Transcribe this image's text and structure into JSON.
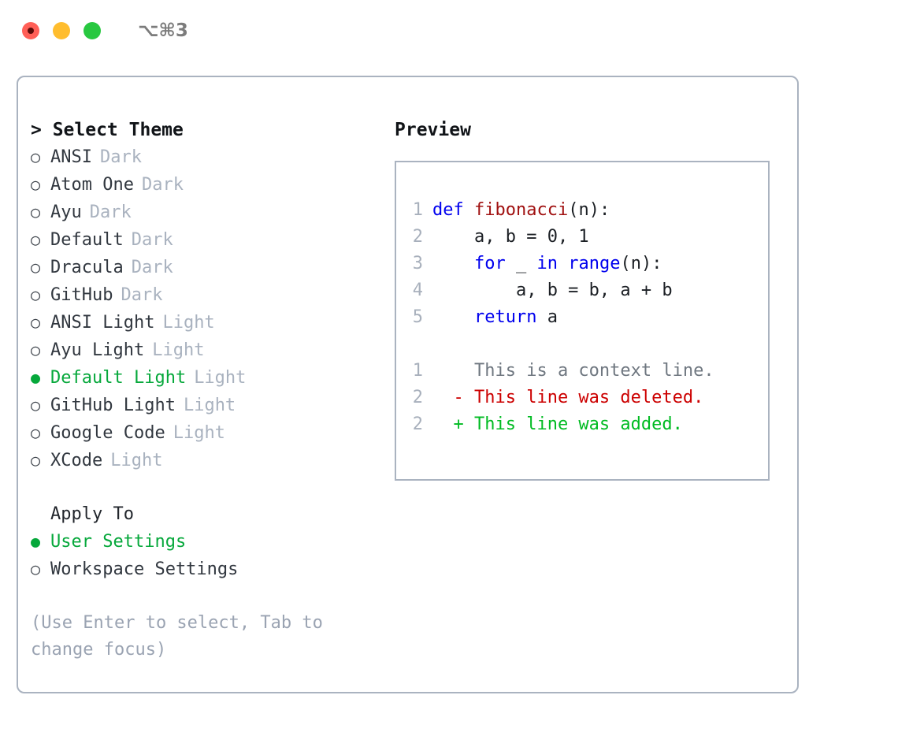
{
  "window": {
    "title": "⌥⌘3",
    "traffic_lights": [
      {
        "name": "close-button",
        "color": "#ff5f57",
        "has_dot": true
      },
      {
        "name": "minimize-button",
        "color": "#ffbd2e",
        "has_dot": false
      },
      {
        "name": "maximize-button",
        "color": "#28c840",
        "has_dot": false
      }
    ]
  },
  "theme_list": {
    "header": "> Select Theme",
    "marker_unselected": "○",
    "marker_selected": "●",
    "items": [
      {
        "label": "ANSI",
        "badge": "Dark",
        "selected": false
      },
      {
        "label": "Atom One",
        "badge": "Dark",
        "selected": false
      },
      {
        "label": "Ayu",
        "badge": "Dark",
        "selected": false
      },
      {
        "label": "Default",
        "badge": "Dark",
        "selected": false
      },
      {
        "label": "Dracula",
        "badge": "Dark",
        "selected": false
      },
      {
        "label": "GitHub",
        "badge": "Dark",
        "selected": false
      },
      {
        "label": "ANSI Light",
        "badge": "Light",
        "selected": false
      },
      {
        "label": "Ayu Light",
        "badge": "Light",
        "selected": false
      },
      {
        "label": "Default Light",
        "badge": "Light",
        "selected": true
      },
      {
        "label": "GitHub Light",
        "badge": "Light",
        "selected": false
      },
      {
        "label": "Google Code",
        "badge": "Light",
        "selected": false
      },
      {
        "label": "XCode",
        "badge": "Light",
        "selected": false
      }
    ]
  },
  "apply_to": {
    "header": "Apply To",
    "items": [
      {
        "label": "User Settings",
        "selected": true
      },
      {
        "label": "Workspace Settings",
        "selected": false
      }
    ]
  },
  "hint": "(Use Enter to select, Tab to change focus)",
  "preview": {
    "title": "Preview",
    "code_lines": [
      {
        "no": "1",
        "tokens": [
          {
            "t": "def ",
            "c": "k"
          },
          {
            "t": "fibonacci",
            "c": "fn"
          },
          {
            "t": "(n):",
            "c": "pl"
          }
        ]
      },
      {
        "no": "2",
        "tokens": [
          {
            "t": "    a, b = 0, 1",
            "c": "pl"
          }
        ]
      },
      {
        "no": "3",
        "tokens": [
          {
            "t": "    ",
            "c": "pl"
          },
          {
            "t": "for",
            "c": "k"
          },
          {
            "t": " _ ",
            "c": "pl"
          },
          {
            "t": "in",
            "c": "k"
          },
          {
            "t": " ",
            "c": "pl"
          },
          {
            "t": "range",
            "c": "k"
          },
          {
            "t": "(n):",
            "c": "pl"
          }
        ]
      },
      {
        "no": "4",
        "tokens": [
          {
            "t": "        a, b = b, a + b",
            "c": "pl"
          }
        ]
      },
      {
        "no": "5",
        "tokens": [
          {
            "t": "    ",
            "c": "pl"
          },
          {
            "t": "return",
            "c": "k"
          },
          {
            "t": " a",
            "c": "pl"
          }
        ]
      }
    ],
    "diff_lines": [
      {
        "no": "1",
        "sign": "  ",
        "text": "This is a context line.",
        "kind": "diff-ctx"
      },
      {
        "no": "2",
        "sign": "- ",
        "text": "This line was deleted.",
        "kind": "diff-del"
      },
      {
        "no": "2",
        "sign": "+ ",
        "text": "This line was added.",
        "kind": "diff-add"
      }
    ]
  },
  "colors": {
    "accent_green": "#06a83b",
    "border": "#aab3c0",
    "muted": "#a9b2bf",
    "hint": "#9aa3b2",
    "keyword": "#0000ee",
    "function": "#a01010",
    "diff_added": "#00bb22",
    "diff_deleted": "#cc0000",
    "lineno": "#a8b0bc"
  }
}
